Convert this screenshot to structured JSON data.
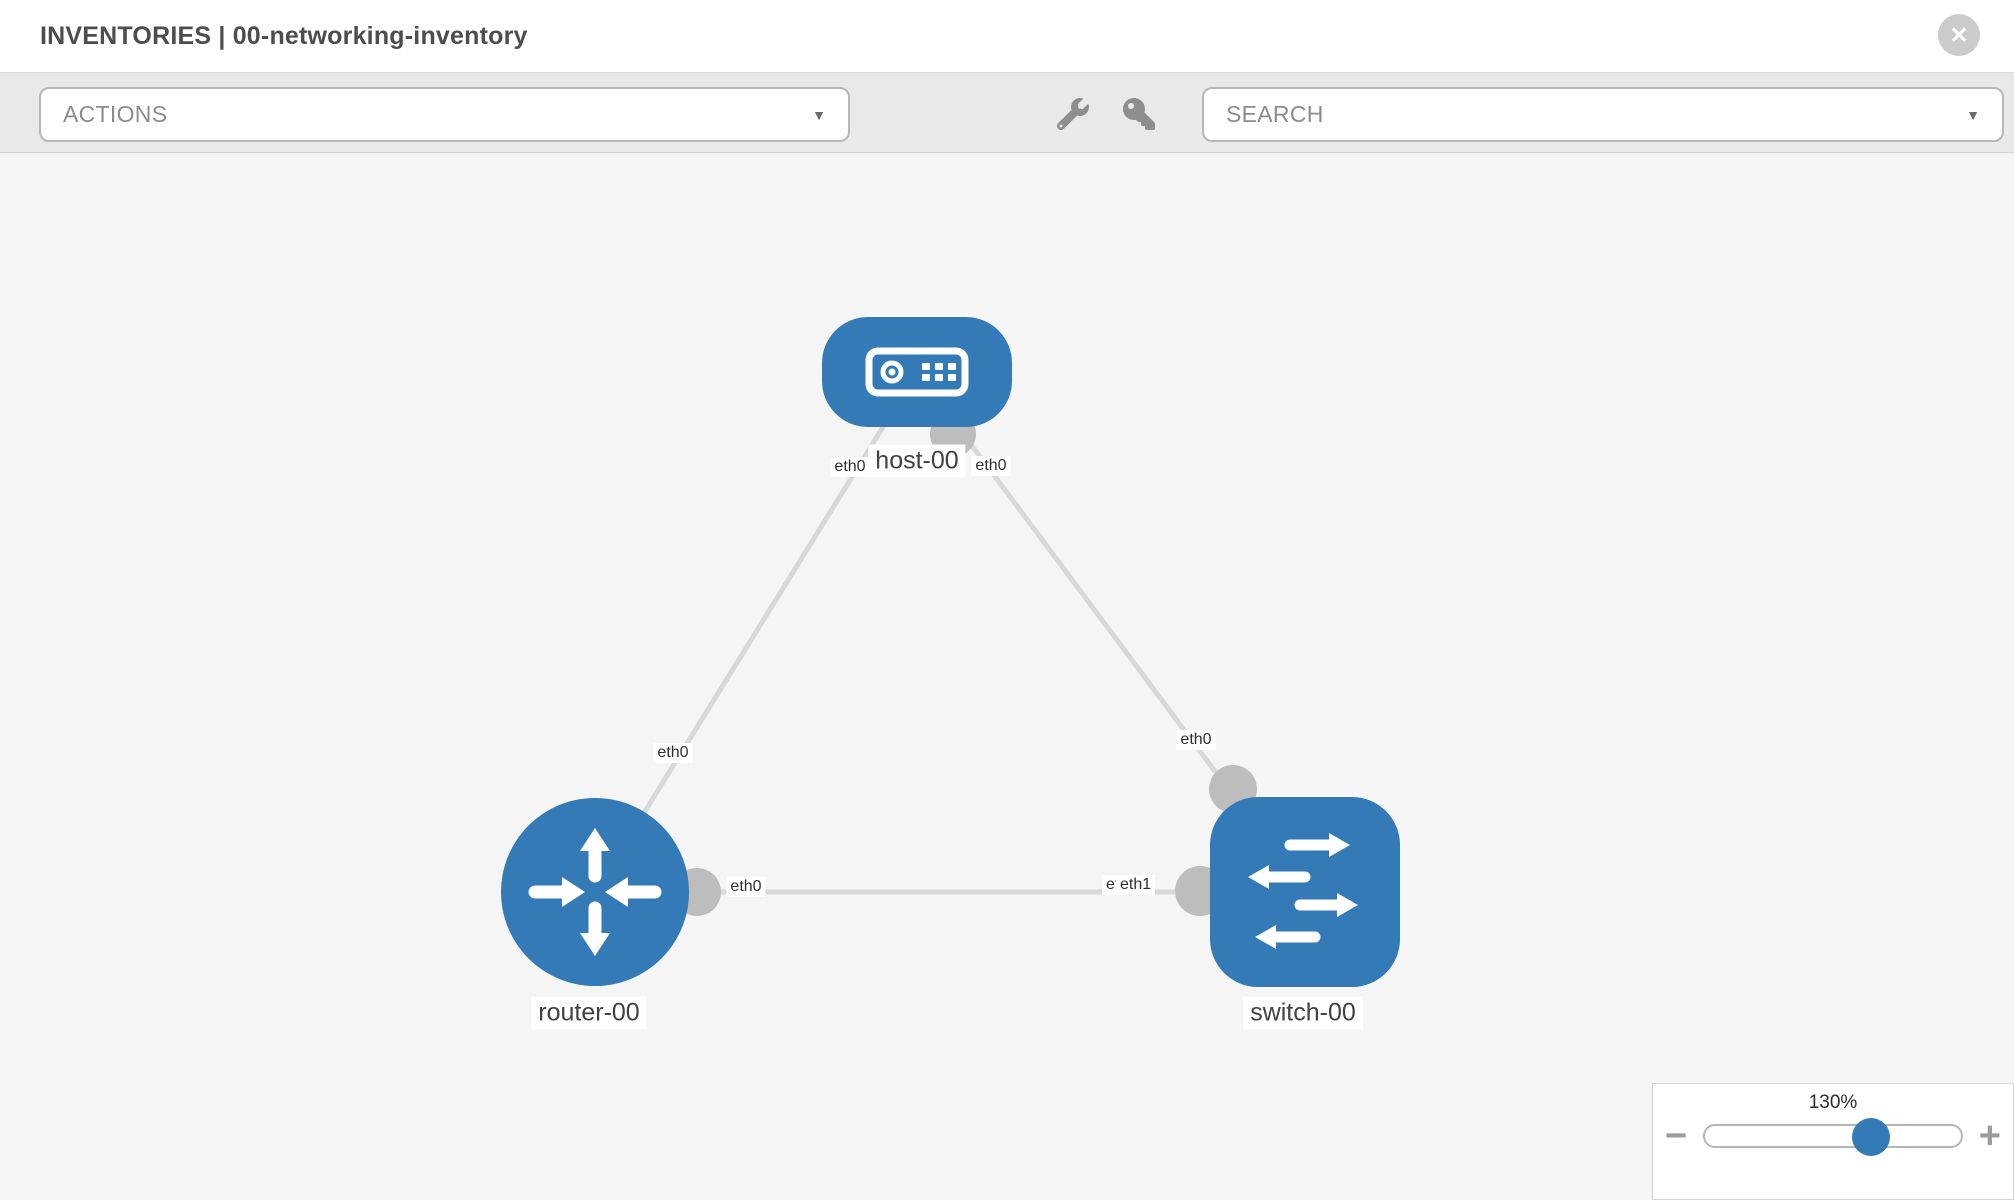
{
  "header": {
    "title": "INVENTORIES | 00-networking-inventory",
    "close_glyph": "✕"
  },
  "toolbar": {
    "actions": {
      "label": "ACTIONS",
      "caret": "▼"
    },
    "tools": {
      "wrench": "wrench-icon",
      "key": "key-icon"
    },
    "search": {
      "label": "SEARCH",
      "caret": "▼"
    }
  },
  "canvas": {
    "nodes": [
      {
        "name": "host-00",
        "type": "host"
      },
      {
        "name": "router-00",
        "type": "router"
      },
      {
        "name": "switch-00",
        "type": "switch"
      }
    ],
    "links": [
      {
        "from": "host-00",
        "to": "router-00"
      },
      {
        "from": "host-00",
        "to": "switch-00"
      },
      {
        "from": "router-00",
        "to": "switch-00"
      }
    ],
    "interface_labels": {
      "host_eth_left": "eth0",
      "host_eth_right": "eth0",
      "host_router_mid": "eth0",
      "host_switch_mid": "eth0",
      "router_switch_router_end": "eth0",
      "router_switch_switch_end_back": "eth0",
      "router_switch_switch_end_front": "eth1"
    }
  },
  "zoom_control": {
    "level": "130%",
    "minus_glyph": "−",
    "plus_glyph": "+",
    "percent": 65
  },
  "colors": {
    "node_blue": "#337ab7",
    "link_gray": "#d8d8d8",
    "connector_gray": "#bdbdbd",
    "canvas_bg": "#f5f5f5",
    "toolbar_bg": "#e9e9e9"
  }
}
